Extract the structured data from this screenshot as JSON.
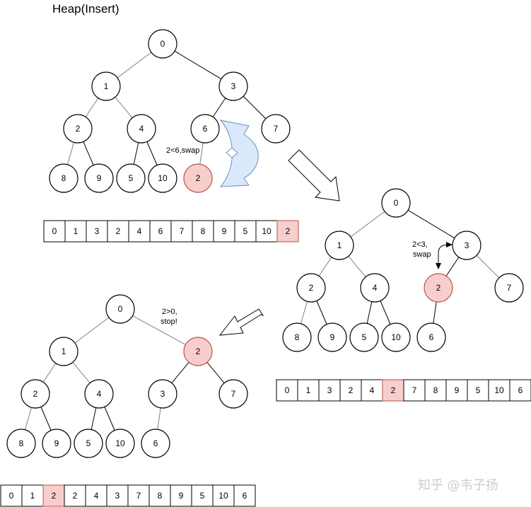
{
  "title": "Heap(Insert)",
  "watermark": "知乎 @韦子扬",
  "colors": {
    "highlight_fill": "#f8cecc",
    "highlight_stroke": "#b85450",
    "swap_arrow_fill": "#dae8fc",
    "swap_arrow_stroke": "#6c8ebf",
    "dark_edge": "#000000",
    "light_edge": "#808080"
  },
  "trees": [
    {
      "nodes": [
        {
          "value": "0",
          "parent": -1
        },
        {
          "value": "1",
          "parent": 0
        },
        {
          "value": "3",
          "parent": 0
        },
        {
          "value": "2",
          "parent": 1
        },
        {
          "value": "4",
          "parent": 1
        },
        {
          "value": "6",
          "parent": 2
        },
        {
          "value": "7",
          "parent": 2
        },
        {
          "value": "8",
          "parent": 3
        },
        {
          "value": "9",
          "parent": 3
        },
        {
          "value": "5",
          "parent": 4
        },
        {
          "value": "10",
          "parent": 4
        },
        {
          "value": "2",
          "parent": 5,
          "highlight": true
        }
      ],
      "note": [
        "2<6,swap"
      ],
      "array": [
        {
          "value": "0"
        },
        {
          "value": "1"
        },
        {
          "value": "3"
        },
        {
          "value": "2"
        },
        {
          "value": "4"
        },
        {
          "value": "6"
        },
        {
          "value": "7"
        },
        {
          "value": "8"
        },
        {
          "value": "9"
        },
        {
          "value": "5"
        },
        {
          "value": "10"
        },
        {
          "value": "2",
          "highlight": true
        }
      ]
    },
    {
      "nodes": [
        {
          "value": "0",
          "parent": -1
        },
        {
          "value": "1",
          "parent": 0
        },
        {
          "value": "3",
          "parent": 0
        },
        {
          "value": "2",
          "parent": 1
        },
        {
          "value": "4",
          "parent": 1
        },
        {
          "value": "2",
          "parent": 2,
          "highlight": true
        },
        {
          "value": "7",
          "parent": 2
        },
        {
          "value": "8",
          "parent": 3
        },
        {
          "value": "9",
          "parent": 3
        },
        {
          "value": "5",
          "parent": 4
        },
        {
          "value": "10",
          "parent": 4
        },
        {
          "value": "6",
          "parent": 5
        }
      ],
      "note": [
        "2<3,",
        "swap"
      ],
      "array": [
        {
          "value": "0"
        },
        {
          "value": "1"
        },
        {
          "value": "3"
        },
        {
          "value": "2"
        },
        {
          "value": "4"
        },
        {
          "value": "2",
          "highlight": true
        },
        {
          "value": "7"
        },
        {
          "value": "8"
        },
        {
          "value": "9"
        },
        {
          "value": "5"
        },
        {
          "value": "10"
        },
        {
          "value": "6"
        }
      ]
    },
    {
      "nodes": [
        {
          "value": "0",
          "parent": -1
        },
        {
          "value": "1",
          "parent": 0
        },
        {
          "value": "2",
          "parent": 0,
          "highlight": true
        },
        {
          "value": "2",
          "parent": 1
        },
        {
          "value": "4",
          "parent": 1
        },
        {
          "value": "3",
          "parent": 2
        },
        {
          "value": "7",
          "parent": 2
        },
        {
          "value": "8",
          "parent": 3
        },
        {
          "value": "9",
          "parent": 3
        },
        {
          "value": "5",
          "parent": 4
        },
        {
          "value": "10",
          "parent": 4
        },
        {
          "value": "6",
          "parent": 5
        }
      ],
      "note": [
        "2>0,",
        "stop!"
      ],
      "array": [
        {
          "value": "0"
        },
        {
          "value": "1"
        },
        {
          "value": "2",
          "highlight": true
        },
        {
          "value": "2"
        },
        {
          "value": "4"
        },
        {
          "value": "3"
        },
        {
          "value": "7"
        },
        {
          "value": "8"
        },
        {
          "value": "9"
        },
        {
          "value": "5"
        },
        {
          "value": "10"
        },
        {
          "value": "6"
        }
      ]
    }
  ]
}
